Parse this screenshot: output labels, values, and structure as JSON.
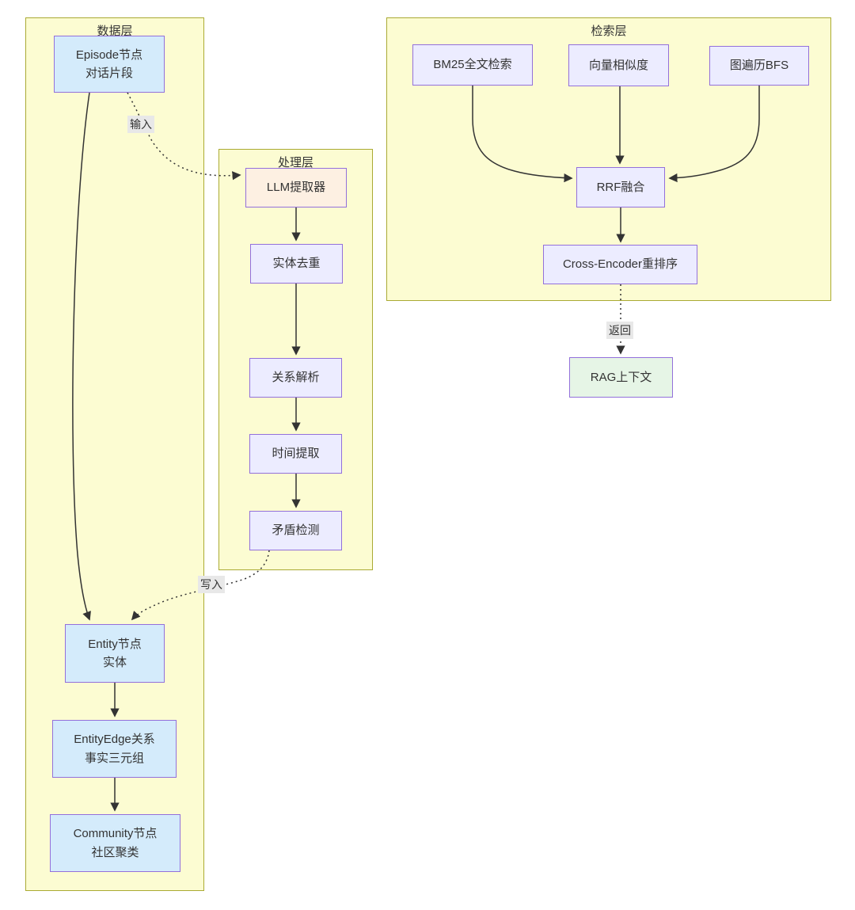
{
  "diagram": {
    "layers": {
      "data": {
        "title": "数据层"
      },
      "process": {
        "title": "处理层"
      },
      "retrieval": {
        "title": "检索层"
      }
    },
    "nodes": {
      "episode": {
        "lines": [
          "Episode节点",
          "对话片段"
        ]
      },
      "llm": {
        "label": "LLM提取器"
      },
      "dedup": {
        "label": "实体去重"
      },
      "relation": {
        "label": "关系解析"
      },
      "time": {
        "label": "时间提取"
      },
      "conflict": {
        "label": "矛盾检测"
      },
      "entity": {
        "lines": [
          "Entity节点",
          "实体"
        ]
      },
      "entityEdge": {
        "lines": [
          "EntityEdge关系",
          "事实三元组"
        ]
      },
      "community": {
        "lines": [
          "Community节点",
          "社区聚类"
        ]
      },
      "bm25": {
        "label": "BM25全文检索"
      },
      "vector": {
        "label": "向量相似度"
      },
      "bfs": {
        "label": "图遍历BFS"
      },
      "rrf": {
        "label": "RRF融合"
      },
      "rerank": {
        "label": "Cross-Encoder重排序"
      },
      "rag": {
        "label": "RAG上下文"
      }
    },
    "edge_labels": {
      "input": "输入",
      "write": "写入",
      "return": "返回"
    },
    "edges": [
      {
        "from": "Episode节点",
        "to": "LLM提取器",
        "label": "输入",
        "style": "dotted"
      },
      {
        "from": "Episode节点",
        "to": "Entity节点",
        "label": "",
        "style": "solid"
      },
      {
        "from": "LLM提取器",
        "to": "实体去重",
        "label": "",
        "style": "solid"
      },
      {
        "from": "实体去重",
        "to": "关系解析",
        "label": "",
        "style": "solid"
      },
      {
        "from": "关系解析",
        "to": "时间提取",
        "label": "",
        "style": "solid"
      },
      {
        "from": "时间提取",
        "to": "矛盾检测",
        "label": "",
        "style": "solid"
      },
      {
        "from": "矛盾检测",
        "to": "Entity节点",
        "label": "写入",
        "style": "dotted"
      },
      {
        "from": "Entity节点",
        "to": "EntityEdge关系",
        "label": "",
        "style": "solid"
      },
      {
        "from": "EntityEdge关系",
        "to": "Community节点",
        "label": "",
        "style": "solid"
      },
      {
        "from": "BM25全文检索",
        "to": "RRF融合",
        "label": "",
        "style": "solid"
      },
      {
        "from": "向量相似度",
        "to": "RRF融合",
        "label": "",
        "style": "solid"
      },
      {
        "from": "图遍历BFS",
        "to": "RRF融合",
        "label": "",
        "style": "solid"
      },
      {
        "from": "RRF融合",
        "to": "Cross-Encoder重排序",
        "label": "",
        "style": "solid"
      },
      {
        "from": "Cross-Encoder重排序",
        "to": "RAG上下文",
        "label": "返回",
        "style": "dotted"
      }
    ],
    "colors": {
      "container_fill": "#fcfcd2",
      "container_border": "#aaaa33",
      "node_default_fill": "#ececff",
      "node_blue_fill": "#d4ebfb",
      "node_cream_fill": "#fdf0e2",
      "node_green_fill": "#e6f5e6",
      "node_border": "#9370db",
      "edge_color": "#333333",
      "label_bg": "#e8e8e8",
      "text": "#333333"
    }
  }
}
